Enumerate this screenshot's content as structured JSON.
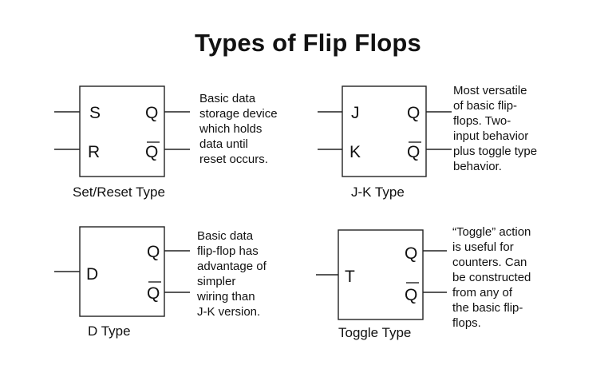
{
  "title": "Types of Flip Flops",
  "flip_flops": [
    {
      "caption": "Set/Reset Type",
      "inputs": [
        "S",
        "R"
      ],
      "outputs": [
        "Q",
        "Q"
      ],
      "description": [
        "Basic data",
        "storage device",
        "which holds",
        "data until",
        "reset occurs."
      ]
    },
    {
      "caption": "J-K Type",
      "inputs": [
        "J",
        "K"
      ],
      "outputs": [
        "Q",
        "Q"
      ],
      "description": [
        "Most versatile",
        "of basic flip-",
        "flops. Two-",
        "input behavior",
        "plus toggle type",
        "behavior."
      ]
    },
    {
      "caption": "D Type",
      "inputs": [
        "D"
      ],
      "outputs": [
        "Q",
        "Q"
      ],
      "description": [
        "Basic data",
        "flip-flop has",
        "advantage of",
        "simpler",
        "wiring than",
        "J-K version."
      ]
    },
    {
      "caption": "Toggle Type",
      "inputs": [
        "T"
      ],
      "outputs": [
        "Q",
        "Q"
      ],
      "description": [
        "“Toggle” action",
        "is useful for",
        "counters. Can",
        "be constructed",
        "from any of",
        "the basic flip-",
        "flops."
      ]
    }
  ]
}
